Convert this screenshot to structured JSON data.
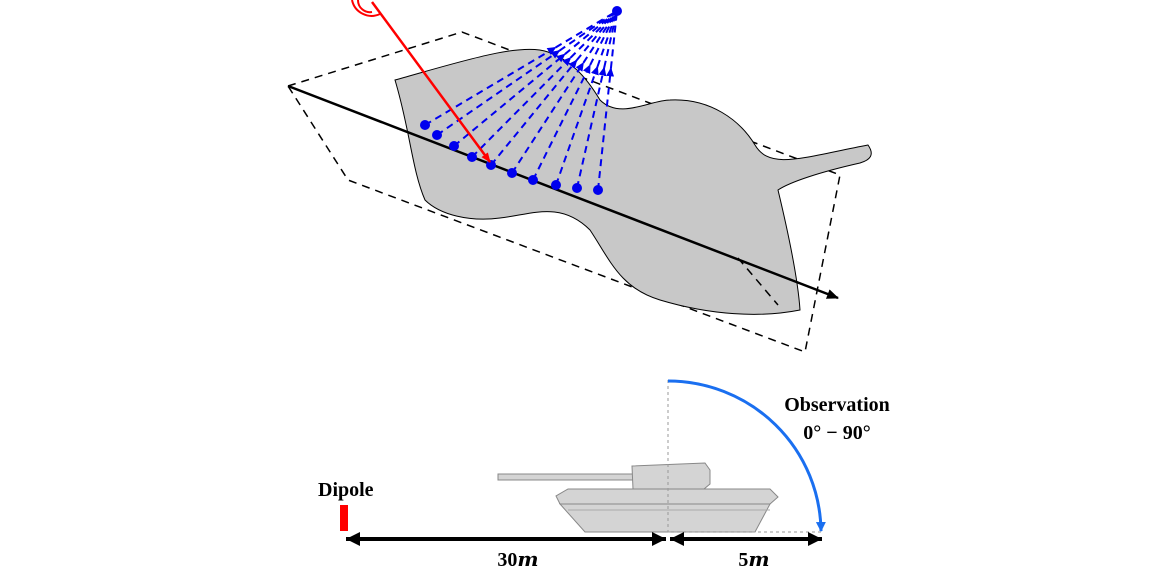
{
  "labels": {
    "dipole": "Dipole",
    "observation_title": "Observation",
    "observation_range": "0° − 90°",
    "distance_tx": "30",
    "distance_tx_unit": "m",
    "distance_obs": "5",
    "distance_obs_unit": "m"
  },
  "colors": {
    "surface_fill": "#c8c8c8",
    "rays": "#0000ee",
    "incident_ray": "#ff0000",
    "dipole": "#ff0000",
    "observation_arc": "#1a6ff0",
    "tank_fill": "#d4d4d4",
    "outline": "#000000"
  }
}
